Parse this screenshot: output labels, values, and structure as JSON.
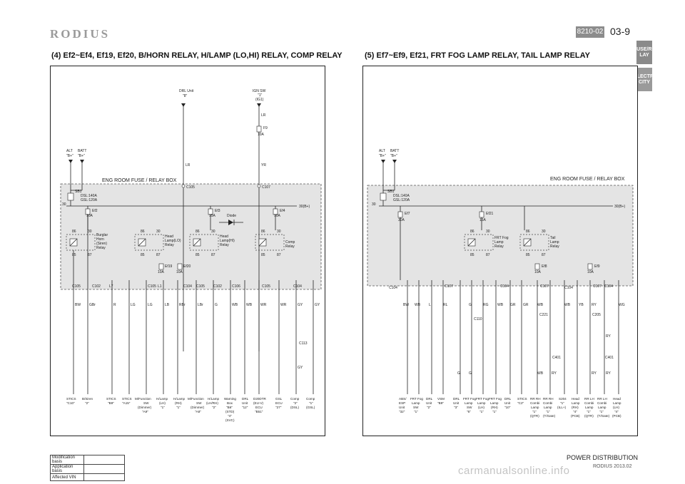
{
  "header": {
    "logo": "RODIUS",
    "section_code": "8210-02",
    "page_number": "03-9",
    "side_tabs": [
      "FUSE/RE LAY",
      "ELECTRI CITY"
    ]
  },
  "left_diagram": {
    "heading": "(4) Ef2~Ef4, Ef19, Ef20, B/HORN RELAY, H/LAMP (LO,HI) RELAY, COMP RELAY",
    "top_sources": [
      {
        "name": "ALT",
        "pin": "\"B+\""
      },
      {
        "name": "BATT",
        "pin": "\"B+\""
      },
      {
        "name": "DRL Unit",
        "pin": "\"8\""
      },
      {
        "name": "IGN SW",
        "pin": "\"1\"",
        "sub": "(IG1)"
      }
    ],
    "box_title": "ENG ROOM FUSE / RELAY BOX",
    "sb1": [
      "SB1",
      "DSL:140A",
      "GSL:120A"
    ],
    "bus": [
      "30",
      "30(B+)"
    ],
    "fuses": [
      {
        "name": "Ef2",
        "rating": "10A"
      },
      {
        "name": "Ef3",
        "rating": "15A"
      },
      {
        "name": "Ef4",
        "rating": "10A"
      },
      {
        "name": "Ef19",
        "rating": "10A"
      },
      {
        "name": "Ef20",
        "rating": "10A"
      },
      {
        "name": "F9",
        "rating": "10A"
      }
    ],
    "relays": [
      {
        "name": "Burglar Horn (Siren) Relay",
        "pins": [
          "86",
          "30",
          "85",
          "87"
        ]
      },
      {
        "name": "Head Lamp(LO) Relay",
        "pins": [
          "86",
          "30",
          "85",
          "87"
        ]
      },
      {
        "name": "Head Lamp(HI) Relay",
        "pins": [
          "86",
          "30",
          "85",
          "87"
        ]
      },
      {
        "name": "Comp Relay",
        "pins": [
          "86",
          "30",
          "85",
          "87"
        ]
      }
    ],
    "diode": "Diode",
    "top_connectors": [
      "C105",
      "C107"
    ],
    "wire_labels_top": [
      "LR",
      "YR",
      "LR"
    ],
    "connectors_row": [
      "C105",
      "C102",
      "L7",
      "C105",
      "L1",
      "C104",
      "C105",
      "C102",
      "C106",
      "C105",
      "C104"
    ],
    "wires": [
      "BW",
      "GBr",
      "R",
      "LG",
      "LG",
      "LB",
      "RBr",
      "LBr",
      "G",
      "WB",
      "WB",
      "WR",
      "WR",
      "GY",
      "GY"
    ],
    "c113": {
      "connector": "C113",
      "wire": "GY"
    },
    "terminals": [
      "STICS \"C10\"",
      "B/Siren \"2\"",
      "STICS \"B9\"",
      "STICS \"A15\"",
      "M/Function SW (Dimmer) \"A9\"",
      "H/Lamp (LH) \"1\"",
      "H/Lamp (RH) \"1\"",
      "M/Function SW (Dimmer) \"A8\"",
      "H/Lamp (LH/RH) \"2\"",
      "Warning Box \"B6\" (STD) \"4\" (SVC)",
      "DRL Unit \"12\"",
      "D20DTR (EU-V) ECU \"B51\"",
      "GSL ECU \"27\"",
      "Comp \"2\" (DSL)",
      "Comp \"1\" (GSL)"
    ]
  },
  "right_diagram": {
    "heading": "(5) Ef7~Ef9, Ef21, FRT FOG LAMP RELAY, TAIL LAMP RELAY",
    "top_sources": [
      {
        "name": "ALT",
        "pin": "\"B+\""
      },
      {
        "name": "BATT",
        "pin": "\"B+\""
      }
    ],
    "box_title": "ENG ROOM FUSE / RELAY BOX",
    "sb1": [
      "SB1",
      "DSL:140A",
      "GSL:120A"
    ],
    "bus": [
      "30",
      "30(B+)"
    ],
    "fuses": [
      {
        "name": "Ef7",
        "rating": "30A"
      },
      {
        "name": "Ef21",
        "rating": "15A"
      },
      {
        "name": "Ef8",
        "rating": "10A"
      },
      {
        "name": "Ef9",
        "rating": "10A"
      }
    ],
    "relays": [
      {
        "name": "FRT Fog Lamp Relay",
        "pins": [
          "86",
          "30",
          "85",
          "87"
        ]
      },
      {
        "name": "Tail Lamp Relay",
        "pins": [
          "86",
          "30",
          "85",
          "87"
        ]
      }
    ],
    "connectors_row": [
      "C104",
      "C107",
      "C104",
      "C107",
      "C104",
      "C107",
      "C104"
    ],
    "wires": [
      "BW",
      "WB",
      "L",
      "RL",
      "G",
      "RG",
      "WB",
      "GR",
      "GR",
      "WB",
      "WB",
      "YB",
      "RY",
      "WG"
    ],
    "sub_connectors": [
      "C110",
      "C221",
      "C401",
      "C205",
      "C401"
    ],
    "sub_wires": [
      "G",
      "G",
      "WB",
      "RY",
      "RY",
      "RY",
      "RY"
    ],
    "terminals": [
      "ABS/ ESP Unit \"32\"",
      "FRT Fog Lamp SW \"1\"",
      "DRL Unit \"2\"",
      "VSM \"B9\"",
      "DRL Unit \"3\"",
      "FRT Fog Lamp SW \"6\"",
      "FRT Fog Lamp (LH) \"1\"",
      "FRT Fog Lamp (RH) \"1\"",
      "DRL Unit \"10\"",
      "STICS \"C2\"",
      "RR RH Combi Lamp \"1\" (QTR)",
      "RR RH Combi Lamp \"1\" (T/Gate)",
      "S204 \"1\" (ILL+)",
      "Head Lamp (RH) \"4\" (PCB)",
      "RR LH Combi Lamp \"1\" (QTR)",
      "RR LH Combi Lamp \"1\" (T/Gate)",
      "Head Lamp (LH) \"4\" (PCB)"
    ]
  },
  "meta_table": [
    "Modification basis",
    "Application basis",
    "Affected VIN"
  ],
  "footer": {
    "title": "POWER DISTRIBUTION",
    "subtitle": "RODIUS 2013.02",
    "watermark": "carmanualsonline.info"
  }
}
